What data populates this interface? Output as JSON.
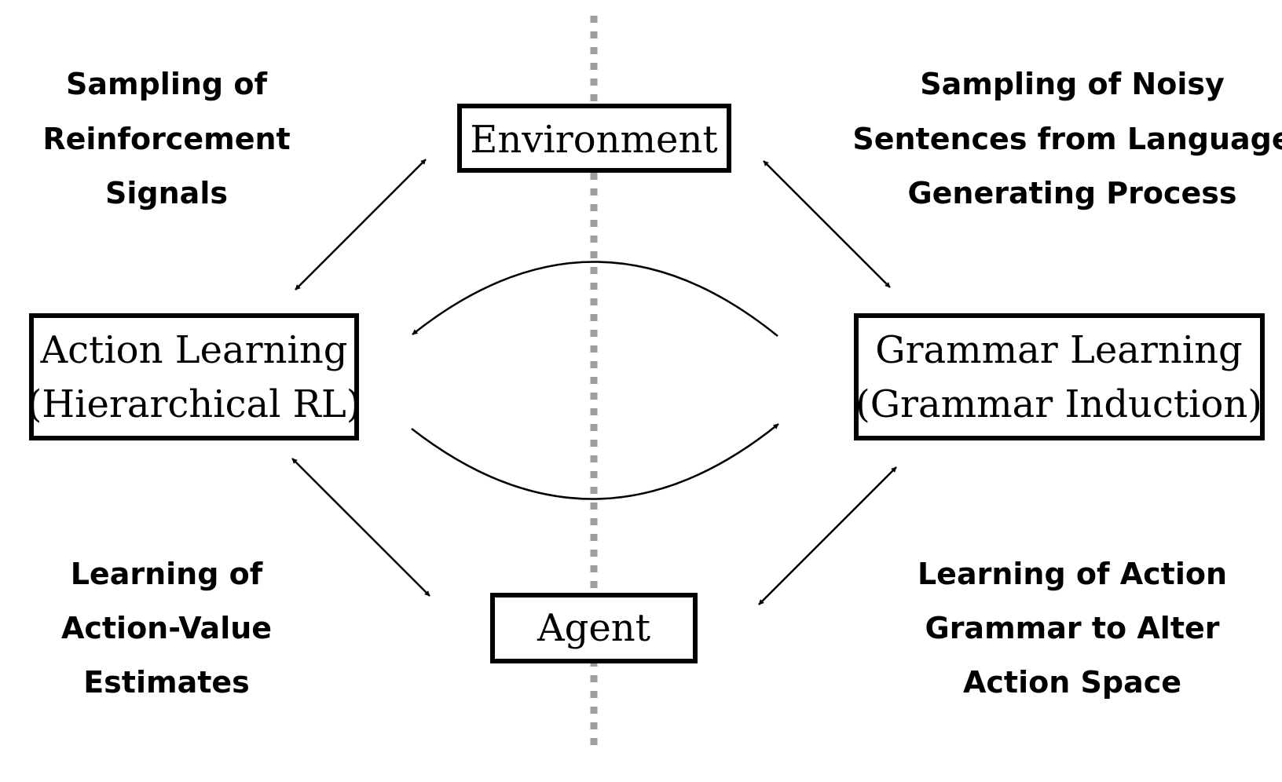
{
  "nodes": {
    "environment": {
      "label": "Environment"
    },
    "agent": {
      "label": "Agent"
    },
    "action_learning": {
      "lines": [
        "Action Learning",
        "(Hierarchical RL)"
      ]
    },
    "grammar_learning": {
      "lines": [
        "Grammar Learning",
        "(Grammar Induction)"
      ]
    }
  },
  "notes": {
    "top_left": [
      "Sampling of",
      "Reinforcement",
      "Signals"
    ],
    "top_right": [
      "Sampling of Noisy",
      "Sentences from Language",
      "Generating Process"
    ],
    "bottom_left": [
      "Learning of",
      "Action-Value",
      "Estimates"
    ],
    "bottom_right": [
      "Learning of Action",
      "Grammar to Alter",
      "Action Space"
    ]
  },
  "colors": {
    "divider": "#9e9e9e",
    "stroke": "#000000"
  }
}
